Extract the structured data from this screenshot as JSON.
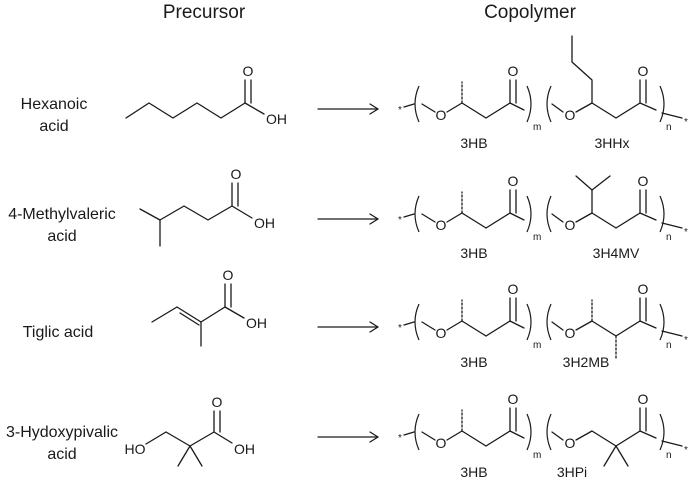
{
  "headers": {
    "precursor": "Precursor",
    "copolymer": "Copolymer"
  },
  "rows": [
    {
      "name_lines": [
        "Hexanoic",
        "acid"
      ],
      "atoms": [
        "O",
        "OH"
      ],
      "copolymer": {
        "unit1": "3HB",
        "unit2": "3HHx",
        "m": "m",
        "n": "n",
        "o": "O",
        "end": "*"
      }
    },
    {
      "name_lines": [
        "4-Methylvaleric",
        "acid"
      ],
      "atoms": [
        "O",
        "OH"
      ],
      "copolymer": {
        "unit1": "3HB",
        "unit2": "3H4MV",
        "m": "m",
        "n": "n",
        "o": "O",
        "end": "*"
      }
    },
    {
      "name_lines": [
        "Tiglic acid"
      ],
      "atoms": [
        "O",
        "OH"
      ],
      "copolymer": {
        "unit1": "3HB",
        "unit2": "3H2MB",
        "m": "m",
        "n": "n",
        "o": "O",
        "end": "*"
      }
    },
    {
      "name_lines": [
        "3-Hydoxypivalic",
        "acid"
      ],
      "atoms": [
        "HO",
        "O",
        "OH"
      ],
      "copolymer": {
        "unit1": "3HB",
        "unit2": "3HPi",
        "m": "m",
        "n": "n",
        "o": "O",
        "end": "*"
      }
    }
  ]
}
